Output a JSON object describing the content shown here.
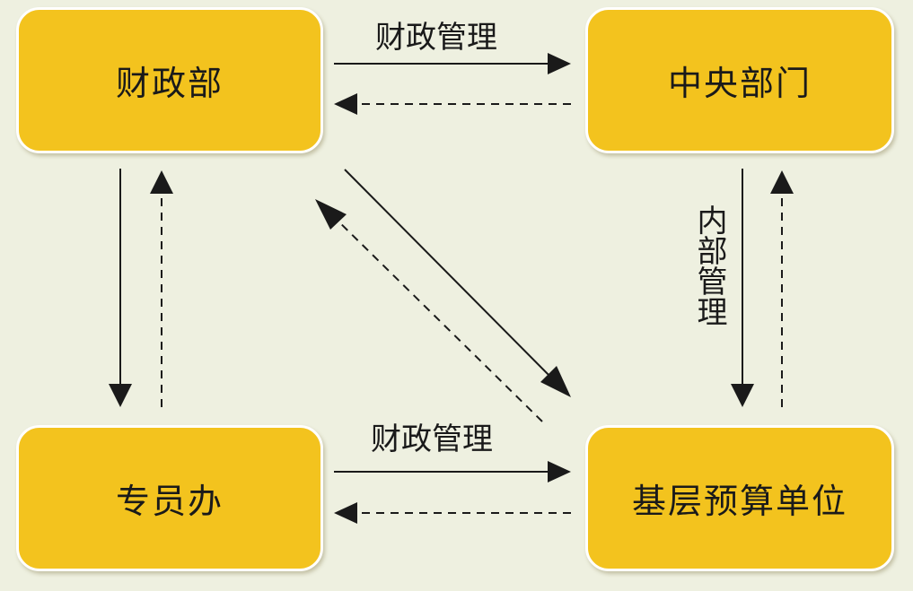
{
  "nodes": {
    "caizhengbu": "财政部",
    "zhongyang": "中央部门",
    "zhuanyuanban": "专员办",
    "jiceng": "基层预算单位"
  },
  "edges": {
    "top_label": "财政管理",
    "bottom_label": "财政管理",
    "vertical_label": "内部管理"
  },
  "colors": {
    "background": "#eef0e0",
    "node_fill": "#f3c31e",
    "arrow": "#1a1a1a"
  }
}
